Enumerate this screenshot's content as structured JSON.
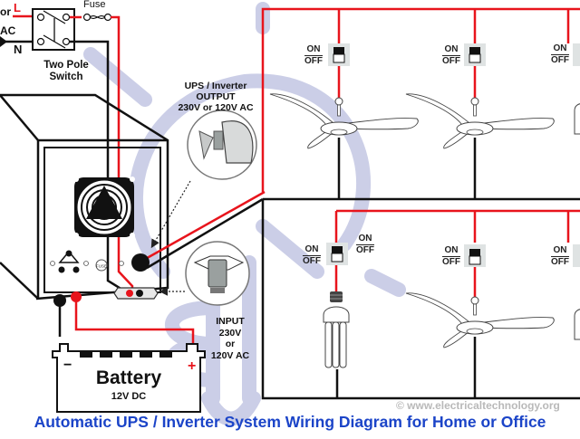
{
  "diagram": {
    "title": "Automatic UPS / Inverter System Wiring Diagram for Home or Office",
    "watermark": "© www.electricaltechnology.org",
    "colors": {
      "live_wire": "#e8141c",
      "neutral_wire": "#111111",
      "title": "#1b44c8",
      "watermark_bulb": "#c9cce6"
    },
    "mains": {
      "source_label_partial_1": "or",
      "source_label_partial_2": "AC",
      "live_label": "L",
      "neutral_label": "N",
      "fuse_label": "Fuse",
      "switch_label_line1": "Two Pole",
      "switch_label_line2": "Switch"
    },
    "ups": {
      "output_label_line1": "UPS / Inverter",
      "output_label_line2": "OUTPUT",
      "output_label_line3": "230V or 120V AC",
      "input_label_line1": "INPUT",
      "input_label_line2": "230V",
      "input_label_line3": "or",
      "input_label_line4": "120V AC",
      "fuse_text": "FUSE"
    },
    "battery": {
      "label": "Battery",
      "voltage": "12V DC",
      "negative_symbol": "−",
      "positive_symbol": "+"
    },
    "loads": {
      "switch_on_label": "ON",
      "switch_off_label": "OFF",
      "top_row": [
        {
          "type": "ceiling-fan",
          "switch_state": "on"
        },
        {
          "type": "ceiling-fan",
          "switch_state": "on"
        },
        {
          "type": "cfl-bulb",
          "switch_state": "on"
        }
      ],
      "bottom_row": [
        {
          "type": "cfl-bulb",
          "switch_state": "on"
        },
        {
          "type": "ceiling-fan",
          "switch_state": "on"
        },
        {
          "type": "cfl-bulb",
          "switch_state": "on"
        }
      ]
    }
  }
}
